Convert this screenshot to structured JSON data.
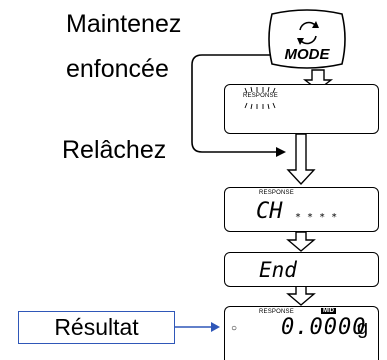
{
  "instructions": {
    "hold": [
      "Maintenez",
      "enfoncée"
    ],
    "release": "Relâchez",
    "result": "Résultat"
  },
  "mode_key": {
    "label": "MODE",
    "icon": "cycle-arrows-icon"
  },
  "displays": [
    {
      "indicator": "RESPONSE",
      "text": ""
    },
    {
      "indicator": "RESPONSE",
      "text": "CH",
      "suffix": "* * * *"
    },
    {
      "text": "End"
    },
    {
      "indicator": "RESPONSE",
      "badge": "MID",
      "text": "0.0000",
      "unit": "g"
    }
  ],
  "colors": {
    "result_border": "#2f57b8",
    "lines": "#000000"
  }
}
